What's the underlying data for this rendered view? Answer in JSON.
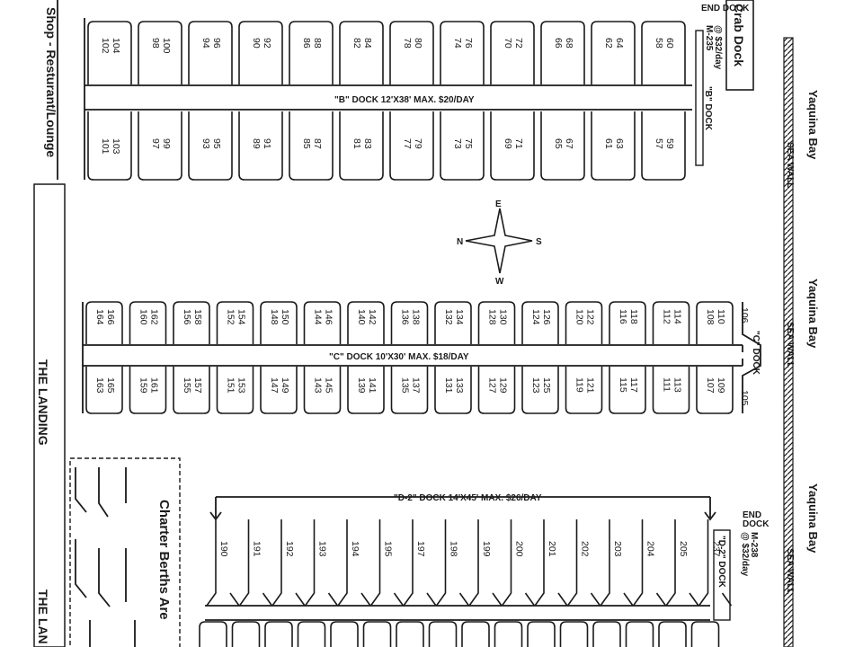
{
  "labels": {
    "shop": "Shop - Resturant/Lounge",
    "landing": "THE LANDING",
    "landing_partial": "THE LAN",
    "charter": "Charter Berths Are",
    "bay": "Yaquina Bay",
    "seawall": "SEA WALL",
    "crab_dock": "Crab Dock",
    "end_dock": "END DOCK",
    "m235": "M-235",
    "m235_rate": "@ $32/day",
    "m238": "M-238",
    "m238_rate": "@ $32/day",
    "b_dock": "\"B\" DOCK",
    "b_dock_max": "\"B\" DOCK 12'X38' MAX. $20/DAY",
    "c_dock": "\"C\" DOCK",
    "c_dock_max": "\"C\" DOCK 10'X30' MAX. $18/DAY",
    "d2_dock": "\"D-2\" DOCK",
    "d2_dock_max": "\"D-2\" DOCK 14'X45' MAX. $26/DAY"
  },
  "compass": {
    "n": "N",
    "e": "E",
    "s": "S",
    "w": "W"
  },
  "docks": {
    "b_top": [
      [
        "102",
        "104"
      ],
      [
        "98",
        "100"
      ],
      [
        "94",
        "96"
      ],
      [
        "90",
        "92"
      ],
      [
        "86",
        "88"
      ],
      [
        "82",
        "84"
      ],
      [
        "78",
        "80"
      ],
      [
        "74",
        "76"
      ],
      [
        "70",
        "72"
      ],
      [
        "66",
        "68"
      ],
      [
        "62",
        "64"
      ],
      [
        "58",
        "60"
      ]
    ],
    "b_bottom": [
      [
        "101",
        "103"
      ],
      [
        "97",
        "99"
      ],
      [
        "93",
        "95"
      ],
      [
        "89",
        "91"
      ],
      [
        "85",
        "87"
      ],
      [
        "81",
        "83"
      ],
      [
        "77",
        "79"
      ],
      [
        "73",
        "75"
      ],
      [
        "69",
        "71"
      ],
      [
        "65",
        "67"
      ],
      [
        "61",
        "63"
      ],
      [
        "57",
        "59"
      ]
    ],
    "c_top": [
      [
        "164",
        "166"
      ],
      [
        "160",
        "162"
      ],
      [
        "156",
        "158"
      ],
      [
        "152",
        "154"
      ],
      [
        "148",
        "150"
      ],
      [
        "144",
        "146"
      ],
      [
        "140",
        "142"
      ],
      [
        "136",
        "138"
      ],
      [
        "132",
        "134"
      ],
      [
        "128",
        "130"
      ],
      [
        "124",
        "126"
      ],
      [
        "120",
        "122"
      ],
      [
        "116",
        "118"
      ],
      [
        "112",
        "114"
      ],
      [
        "108",
        "110"
      ]
    ],
    "c_bottom": [
      [
        "163",
        "165"
      ],
      [
        "159",
        "161"
      ],
      [
        "155",
        "157"
      ],
      [
        "151",
        "153"
      ],
      [
        "147",
        "149"
      ],
      [
        "143",
        "145"
      ],
      [
        "139",
        "141"
      ],
      [
        "135",
        "137"
      ],
      [
        "131",
        "133"
      ],
      [
        "127",
        "129"
      ],
      [
        "123",
        "125"
      ],
      [
        "119",
        "121"
      ],
      [
        "115",
        "117"
      ],
      [
        "111",
        "113"
      ],
      [
        "107",
        "109"
      ]
    ],
    "c_end_top": "106",
    "c_end_bottom": "105",
    "d2_top": [
      "190",
      "191",
      "192",
      "193",
      "194",
      "195",
      "197",
      "198",
      "199",
      "200",
      "201",
      "202",
      "203",
      "204",
      "205",
      "237"
    ]
  }
}
